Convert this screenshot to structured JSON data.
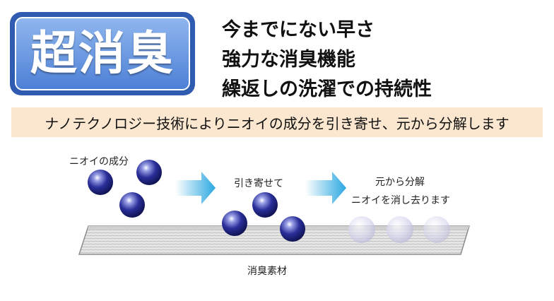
{
  "badge": {
    "text": "超消臭"
  },
  "features": [
    "今までにない早さ",
    "強力な消臭機能",
    "繰返しの洗濯での持続性"
  ],
  "banner": {
    "text": "ナノテクノロジー技術によりニオイの成分を引き寄せ、元から分解します"
  },
  "diagram": {
    "step1": "ニオイの成分",
    "step2": "引き寄せて",
    "step3_line1": "元から分解",
    "step3_line2": "ニオイを消し去ります",
    "material": "消臭素材"
  },
  "colors": {
    "badge_dark": "#2f5bb0",
    "badge_light": "#8fb6ee",
    "banner_bg": "#fbe7cf",
    "molecule": "#1f237d",
    "arrow": "#2aa7e1"
  }
}
